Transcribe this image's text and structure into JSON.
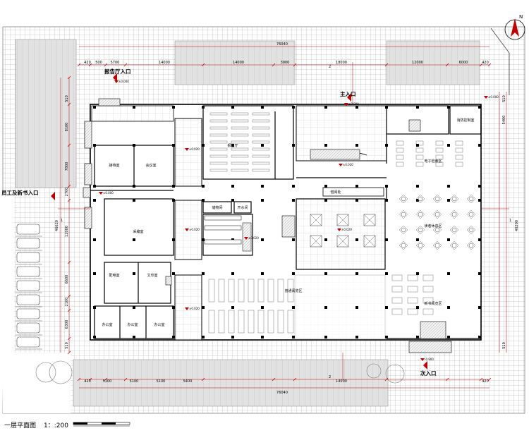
{
  "compass": {
    "label": "N"
  },
  "title": "一层平面图",
  "scale": "1：:200",
  "entrances": {
    "lecture_hall": "报告厅入口",
    "main": "主入口",
    "staff": "员工及新书入口",
    "secondary": "次入口"
  },
  "rooms": {
    "reception": "接待室",
    "meeting": "会议室",
    "lecture": "报告厅",
    "cataloguing": "采编室",
    "power": "配电室",
    "print": "文印室",
    "office1": "办公室",
    "office2": "办公室",
    "office3": "办公室",
    "storage": "储物间",
    "water": "开水间",
    "borrow": "借阅处",
    "fire_control": "消防控制室",
    "e_search": "电子检索区",
    "reader_rest": "读者休息区",
    "general_reading": "普通阅览区",
    "new_books": "新书阅览区"
  },
  "dimensions": {
    "overall_top": "76040",
    "overall_bottom": "76040",
    "top_segments": [
      "420",
      "500",
      "5700",
      "14000",
      "14000",
      "3900",
      "18000",
      "12000",
      "6000",
      "420"
    ],
    "bottom_segments": [
      "420",
      "5100",
      "5100",
      "5100",
      "5400",
      "14500",
      "420"
    ],
    "left_overall": "46620",
    "left_segments": [
      "510",
      "8100",
      "7800",
      "2700",
      "12000",
      "6600",
      "2100",
      "6300",
      "510"
    ],
    "right_overall": "40200",
    "right_segments": [
      "510",
      "5400",
      "510"
    ]
  },
  "elevations": {
    "main": "±0.000",
    "room": "±0.020",
    "secondary": "-0.900"
  },
  "section_marks": {
    "one": "1",
    "two": "2"
  }
}
